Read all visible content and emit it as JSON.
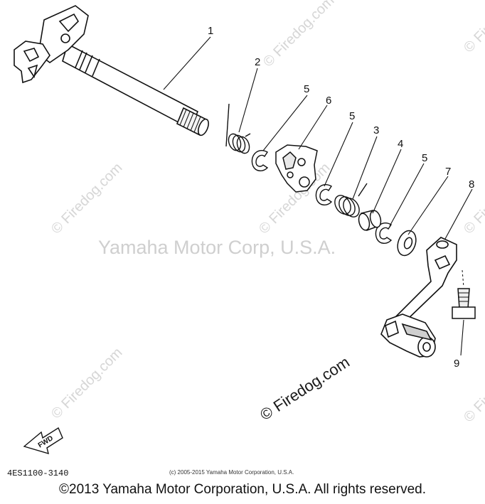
{
  "watermarks": {
    "site": "© Firedog.com",
    "brand": "Yamaha Motor Corp, U.S.A."
  },
  "callouts": {
    "shift_shaft": "1",
    "spring_2": "2",
    "spring_3": "3",
    "collar": "4",
    "circlip_a": "5",
    "circlip_b": "5",
    "circlip_c": "5",
    "shift_arm": "6",
    "washer": "7",
    "shift_pedal": "8",
    "bolt": "9"
  },
  "labels": {
    "fwd": "FWD",
    "diagram_code": "4ES1100-3140",
    "small_copyright": "(c) 2005-2015 Yamaha Motor Corporation, U.S.A."
  },
  "footer": "©2013 Yamaha Motor Corporation, U.S.A. All rights reserved."
}
